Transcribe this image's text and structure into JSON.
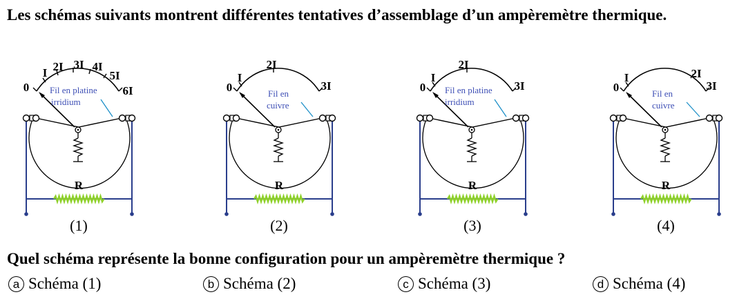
{
  "question": {
    "text": "Les schémas suivants montrent différentes tentatives d’assemblage d’un ampèremètre thermique."
  },
  "colors": {
    "circuit_wire": "#2a3e8c",
    "label_blue": "#3e4fb5",
    "resistor_green": "#8fd12b"
  },
  "figures": [
    {
      "caption": "(1)",
      "scale": [
        "0",
        "I",
        "2I",
        "3I",
        "4I",
        "5I",
        "6I"
      ],
      "wire_label": [
        "Fil en platine",
        "irridium"
      ],
      "resistor_label": "R"
    },
    {
      "caption": "(2)",
      "scale": [
        "0",
        "I",
        "2I",
        "3I"
      ],
      "wire_label": [
        "Fil en",
        "cuivre"
      ],
      "resistor_label": "R"
    },
    {
      "caption": "(3)",
      "scale": [
        "0",
        "I",
        "2I",
        "3I"
      ],
      "wire_label": [
        "Fil en platine",
        "irridium"
      ],
      "resistor_label": "R"
    },
    {
      "caption": "(4)",
      "scale": [
        "0",
        "I",
        "2I",
        "3I"
      ],
      "wire_label": [
        "Fil en",
        "cuivre"
      ],
      "resistor_label": "R"
    }
  ],
  "prompt": {
    "text": "Quel schéma représente la bonne configuration pour un ampèremètre thermique ?"
  },
  "options": [
    {
      "letter": "a",
      "label": "Schéma (1)"
    },
    {
      "letter": "b",
      "label": "Schéma (2)"
    },
    {
      "letter": "c",
      "label": "Schéma (3)"
    },
    {
      "letter": "d",
      "label": "Schéma (4)"
    }
  ]
}
